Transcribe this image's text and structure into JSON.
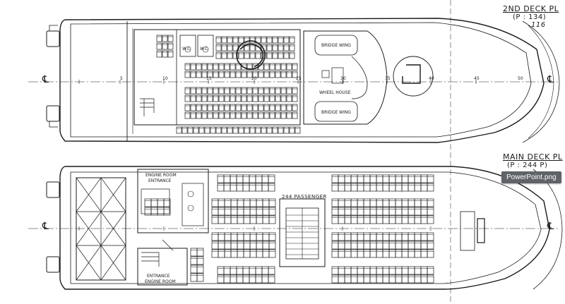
{
  "upper_deck": {
    "title": "2ND DECK PL",
    "capacity": "(P : 134)",
    "capacity_handwritten": "116",
    "labels": {
      "wc_left": "W.C",
      "wc_right": "W.C",
      "bridge_wing_top": "BRIDGE WING",
      "wheel_house": "WHEEL HOUSE",
      "bridge_wing_bottom": "BRIDGE WING",
      "centerline_left": "℄",
      "centerline_right": "℄"
    }
  },
  "main_deck": {
    "title": "MAIN DECK PL",
    "capacity": "(P : 244 P)",
    "labels": {
      "engine_room_entrance_top": "ENGINE ROOM",
      "engine_room_entrance_top_2": "ENTRANCE",
      "passenger_count": "244 PASSENGER",
      "entrance_bottom": "ENTRANCE",
      "engine_room_bottom": "ENGINE ROOM",
      "centerline_left": "℄",
      "centerline_right": "℄"
    }
  },
  "frame_numbers": [
    "5",
    "10",
    "15",
    "20",
    "25",
    "30",
    "35",
    "40",
    "45",
    "50"
  ],
  "tooltip": "PowerPoint.png",
  "colors": {
    "line": "#1a1a1a",
    "tooltip_bg": "#5f6368"
  }
}
